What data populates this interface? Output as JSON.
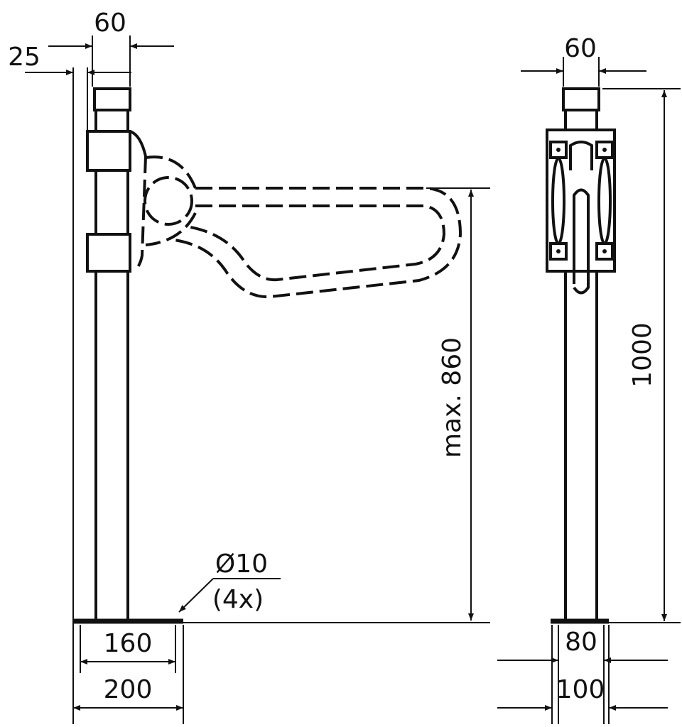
{
  "drawing": {
    "side_view": {
      "dim_top_width": "60",
      "dim_offset": "25",
      "dim_height_max": "max. 860",
      "hole_label": "Ø10",
      "hole_count": "(4x)",
      "dim_hole_spacing": "160",
      "dim_base_width": "200"
    },
    "front_view": {
      "dim_top_width": "60",
      "dim_total_height": "1000",
      "dim_hole_spacing": "80",
      "dim_base_width": "100"
    }
  }
}
